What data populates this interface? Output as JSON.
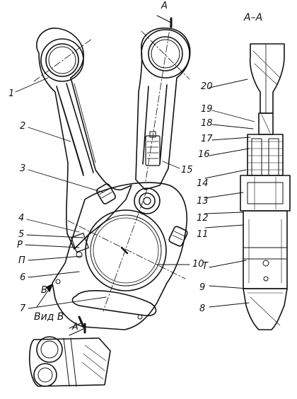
{
  "figure": {
    "section_title": "А–А",
    "section_mark": "А",
    "view_title": "Вид В",
    "view_mark": "В",
    "callouts": {
      "n1": "1",
      "n2": "2",
      "n3": "3",
      "n4": "4",
      "n5": "5",
      "nP": "Р",
      "nPi": "П",
      "n6": "6",
      "n7": "7",
      "n8": "8",
      "n9": "9",
      "n10": "10",
      "n11": "11",
      "n12": "12",
      "n13": "13",
      "n14": "14",
      "n15": "15",
      "n16": "16",
      "n17": "17",
      "n18": "18",
      "n19": "19",
      "n20": "20",
      "nT": "Т"
    }
  }
}
